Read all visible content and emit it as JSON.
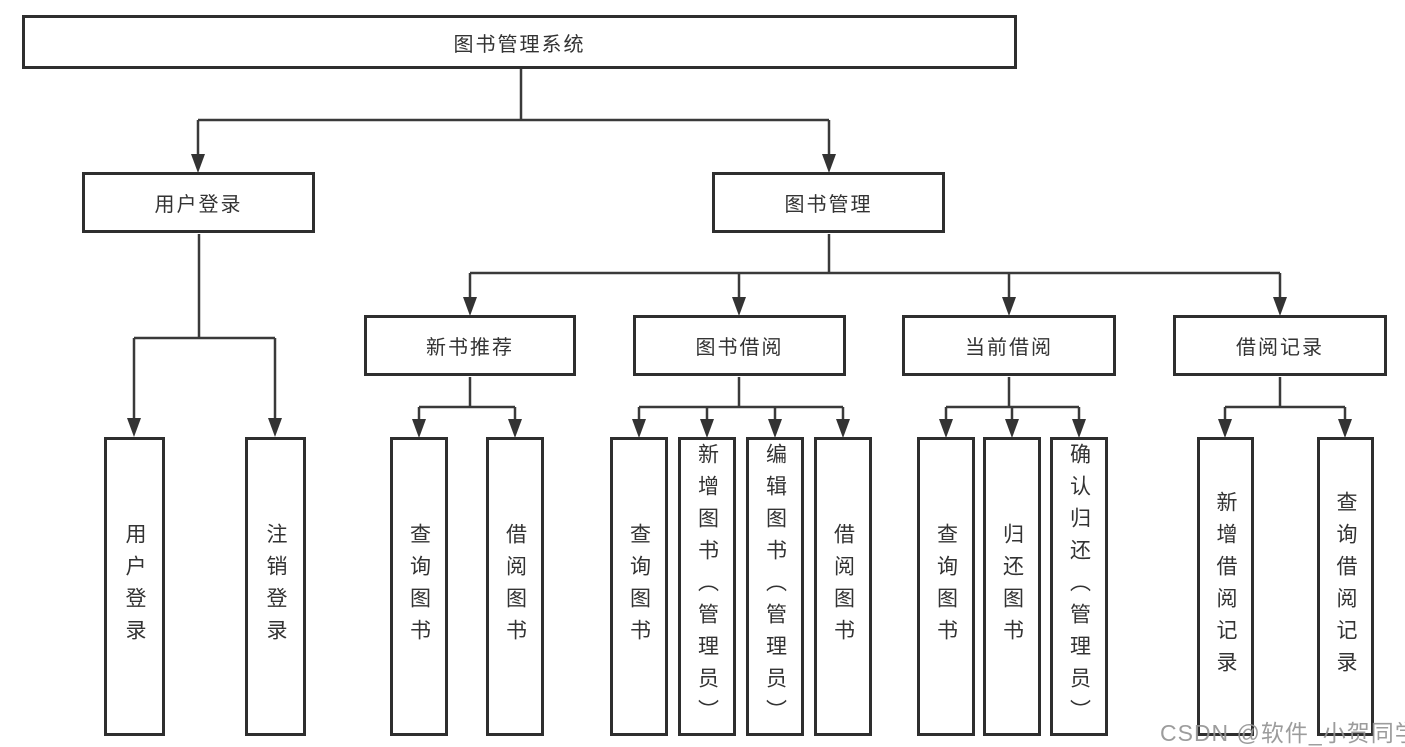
{
  "diagram": {
    "root": {
      "label": "图书管理系统"
    },
    "branches": [
      {
        "label": "用户登录",
        "children": [
          "用户登录",
          "注销登录"
        ]
      },
      {
        "label": "图书管理",
        "groups": [
          {
            "label": "新书推荐",
            "children": [
              "查询图书",
              "借阅图书"
            ]
          },
          {
            "label": "图书借阅",
            "children": [
              "查询图书",
              "新增图书（管理员）",
              "编辑图书（管理员）",
              "借阅图书"
            ]
          },
          {
            "label": "当前借阅",
            "children": [
              "查询图书",
              "归还图书",
              "确认归还（管理员）"
            ]
          },
          {
            "label": "借阅记录",
            "children": [
              "新增借阅记录",
              "查询借阅记录"
            ]
          }
        ]
      }
    ]
  },
  "watermark": {
    "text": "CSDN @软件_小贺同学"
  },
  "colors": {
    "background": "#ffffff",
    "box_border": "#2e2e2e",
    "line": "#3a3a3a",
    "text": "#333333",
    "watermark": "#949494"
  }
}
